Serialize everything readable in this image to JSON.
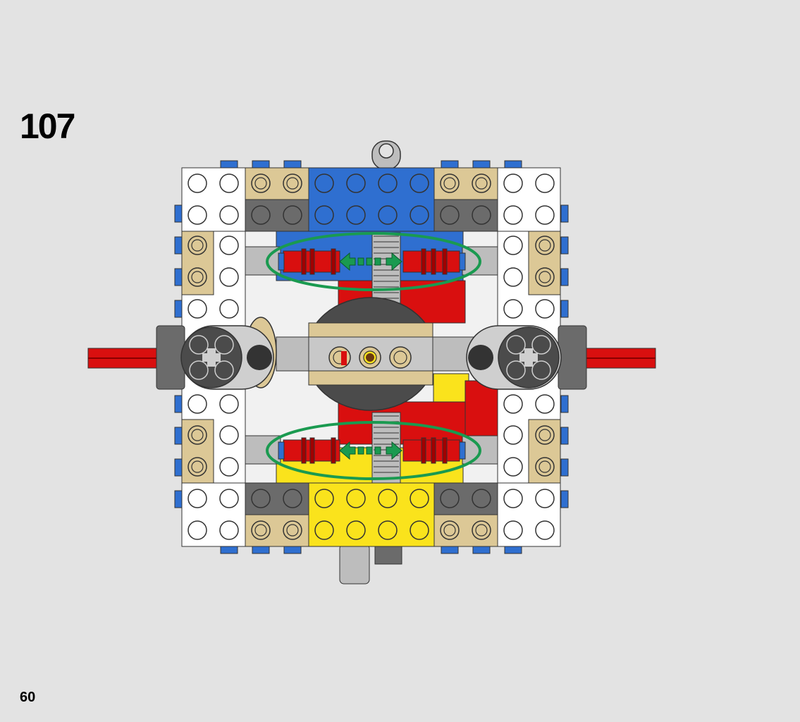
{
  "step": {
    "number": "107"
  },
  "page": {
    "number": "60"
  },
  "figure": {
    "palette": {
      "white": "#ffffff",
      "tan": "#dcc896",
      "dark_gray": "#6b6b6b",
      "light_gray": "#bdbdbd",
      "blue": "#2f6fd0",
      "red": "#d90f0f",
      "yellow": "#fae31c",
      "green_callout": "#1a9a50",
      "outline": "#333333"
    },
    "callouts": [
      {
        "icon": "double-arrow-icon",
        "meaning": "slide-in-out"
      },
      {
        "icon": "double-arrow-icon",
        "meaning": "slide-in-out"
      }
    ]
  }
}
